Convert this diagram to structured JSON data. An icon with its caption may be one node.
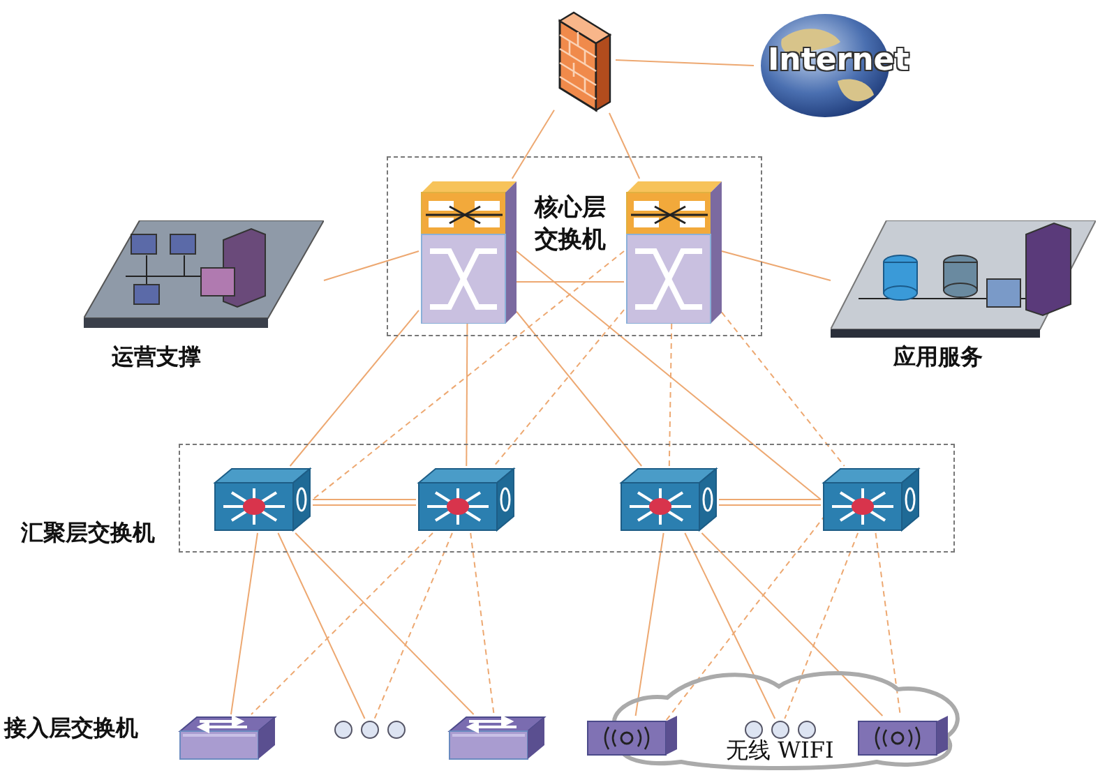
{
  "diagram": {
    "nodes": [
      {
        "text": [],
        "shape": "picture"
      },
      {
        "text": [
          "Internet"
        ]
      },
      {
        "text": [
          "核心层交换机"
        ]
      },
      {
        "text": [],
        "shape": "picture",
        "in": 2
      },
      {
        "text": [],
        "shape": "picture",
        "in": 2
      },
      {
        "text": [
          "运营支撑"
        ]
      },
      {
        "text": [
          "应用服务"
        ]
      },
      {
        "text": [
          "汇聚层交换机"
        ]
      },
      {
        "text": [],
        "shape": "picture",
        "in": 7
      },
      {
        "text": [],
        "shape": "picture",
        "in": 7
      },
      {
        "text": [],
        "shape": "picture",
        "in": 7
      },
      {
        "text": [],
        "shape": "picture",
        "in": 7
      },
      {
        "text": [],
        "shape": "picture"
      },
      {
        "text": [],
        "shape": "dots"
      },
      {
        "text": [],
        "shape": "picture"
      },
      {
        "text": [
          "无线 WIFI"
        ]
      },
      {
        "text": [],
        "shape": "picture"
      },
      {
        "text": [],
        "shape": "dots",
        "in": 15
      },
      {
        "text": [],
        "shape": "picture",
        "in": 15
      }
    ],
    "edges": [
      {
        "from": 0,
        "to": 1,
        "arrow": "none"
      },
      {
        "from": 0,
        "to": 3,
        "arrow": "none"
      },
      {
        "from": 0,
        "to": 4,
        "arrow": "none"
      },
      {
        "from": 5,
        "to": 3,
        "arrow": "none"
      },
      {
        "from": 3,
        "to": 4,
        "arrow": "none"
      },
      {
        "from": 4,
        "to": 6,
        "arrow": "none"
      },
      {
        "from": 3,
        "to": 8,
        "arrow": "none"
      },
      {
        "from": 3,
        "to": 9,
        "arrow": "none"
      },
      {
        "from": 3,
        "to": 10,
        "arrow": "none"
      },
      {
        "from": 3,
        "to": 11,
        "arrow": "none"
      },
      {
        "from": 4,
        "to": 8,
        "arrow": "none",
        "style": "dashed"
      },
      {
        "from": 4,
        "to": 9,
        "arrow": "none",
        "style": "dashed"
      },
      {
        "from": 4,
        "to": 10,
        "arrow": "none",
        "style": "dashed"
      },
      {
        "from": 4,
        "to": 11,
        "arrow": "none",
        "style": "dashed"
      },
      {
        "from": 8,
        "to": 9,
        "arrow": "none"
      },
      {
        "from": 8,
        "to": 9,
        "arrow": "none"
      },
      {
        "from": 10,
        "to": 11,
        "arrow": "none"
      },
      {
        "from": 10,
        "to": 11,
        "arrow": "none"
      },
      {
        "from": 8,
        "to": 12,
        "arrow": "none"
      },
      {
        "from": 8,
        "to": 13,
        "arrow": "none"
      },
      {
        "from": 8,
        "to": 14,
        "arrow": "none"
      },
      {
        "from": 9,
        "to": 12,
        "arrow": "none",
        "style": "dashed"
      },
      {
        "from": 9,
        "to": 13,
        "arrow": "none",
        "style": "dashed"
      },
      {
        "from": 9,
        "to": 14,
        "arrow": "none",
        "style": "dashed"
      },
      {
        "from": 10,
        "to": 16,
        "arrow": "none"
      },
      {
        "from": 10,
        "to": 17,
        "arrow": "none"
      },
      {
        "from": 10,
        "to": 18,
        "arrow": "none"
      },
      {
        "from": 11,
        "to": 16,
        "arrow": "none",
        "style": "dashed"
      },
      {
        "from": 11,
        "to": 17,
        "arrow": "none",
        "style": "dashed"
      },
      {
        "from": 11,
        "to": 18,
        "arrow": "none",
        "style": "dashed"
      }
    ],
    "labels": [
      "接入层交换机"
    ]
  }
}
